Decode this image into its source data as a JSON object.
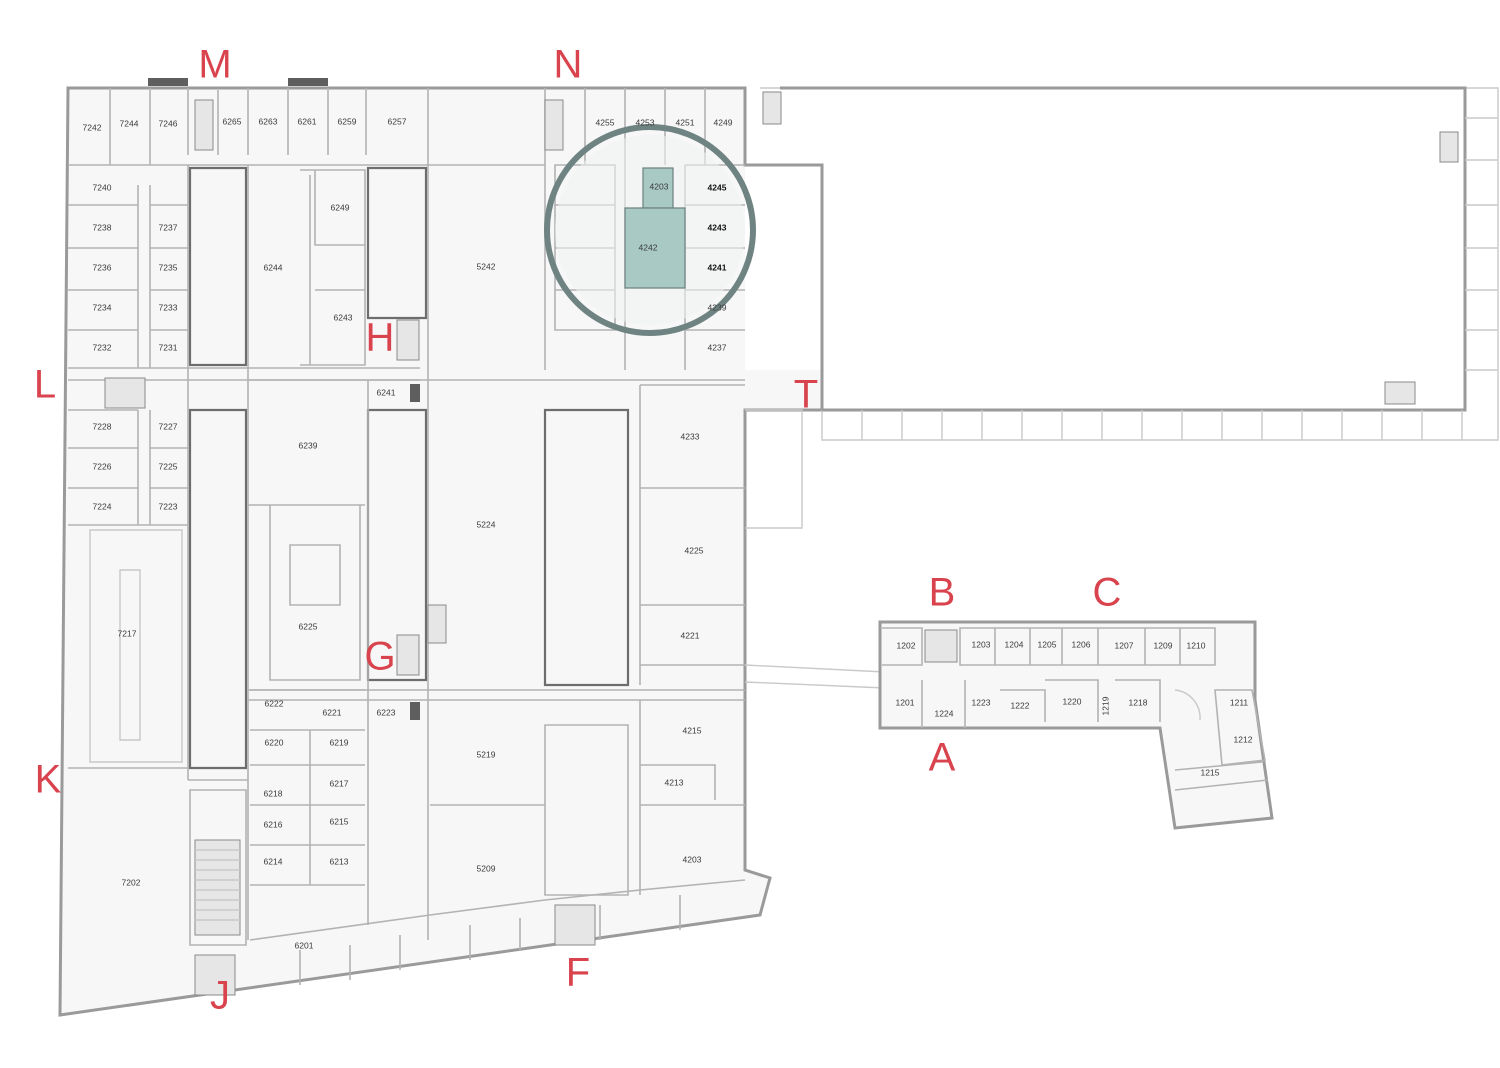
{
  "highlight_color": "#a9c9c5",
  "ring_color": "#6f8482",
  "entrance_color": "#d9434d",
  "entrances": {
    "M": "M",
    "N": "N",
    "L": "L",
    "H": "H",
    "T": "T",
    "G": "G",
    "K": "K",
    "J": "J",
    "F": "F",
    "B": "B",
    "C": "C",
    "A": "A"
  },
  "rooms": {
    "r7242": "7242",
    "r7244": "7244",
    "r7246": "7246",
    "r6265": "6265",
    "r6263": "6263",
    "r6261": "6261",
    "r6259": "6259",
    "r6257": "6257",
    "r4255": "4255",
    "r4253": "4253",
    "r4251": "4251",
    "r4249": "4249",
    "r7240": "7240",
    "r7238": "7238",
    "r7237": "7237",
    "r7236": "7236",
    "r7235": "7235",
    "r7234": "7234",
    "r7233": "7233",
    "r7232": "7232",
    "r7231": "7231",
    "r6249": "6249",
    "r6244": "6244",
    "r6243": "6243",
    "r5242": "5242",
    "r4203": "4203",
    "r4245": "4245",
    "r4242": "4242",
    "r4243": "4243",
    "r4241": "4241",
    "r4239": "4239",
    "r4237": "4237",
    "r6241": "6241",
    "r7228": "7228",
    "r7227": "7227",
    "r7226": "7226",
    "r7225": "7225",
    "r7224": "7224",
    "r7223": "7223",
    "r6239": "6239",
    "r5224": "5224",
    "r4233": "4233",
    "r4225": "4225",
    "r4221": "4221",
    "r7217": "7217",
    "r6225": "6225",
    "r6222": "6222",
    "r6221": "6221",
    "r6223": "6223",
    "r6220": "6220",
    "r6219": "6219",
    "r5219": "5219",
    "r4215": "4215",
    "r6218": "6218",
    "r6217": "6217",
    "r4213": "4213",
    "r6216": "6216",
    "r6215": "6215",
    "r6214": "6214",
    "r6213": "6213",
    "r5209": "5209",
    "r4203b": "4203",
    "r7202": "7202",
    "r6201": "6201",
    "r1202": "1202",
    "r1203": "1203",
    "r1204": "1204",
    "r1205": "1205",
    "r1206": "1206",
    "r1207": "1207",
    "r1209": "1209",
    "r1210": "1210",
    "r1201": "1201",
    "r1224": "1224",
    "r1223": "1223",
    "r1222": "1222",
    "r1220": "1220",
    "r1219": "1219",
    "r1218": "1218",
    "r1211": "1211",
    "r1212": "1212",
    "r1215": "1215"
  }
}
